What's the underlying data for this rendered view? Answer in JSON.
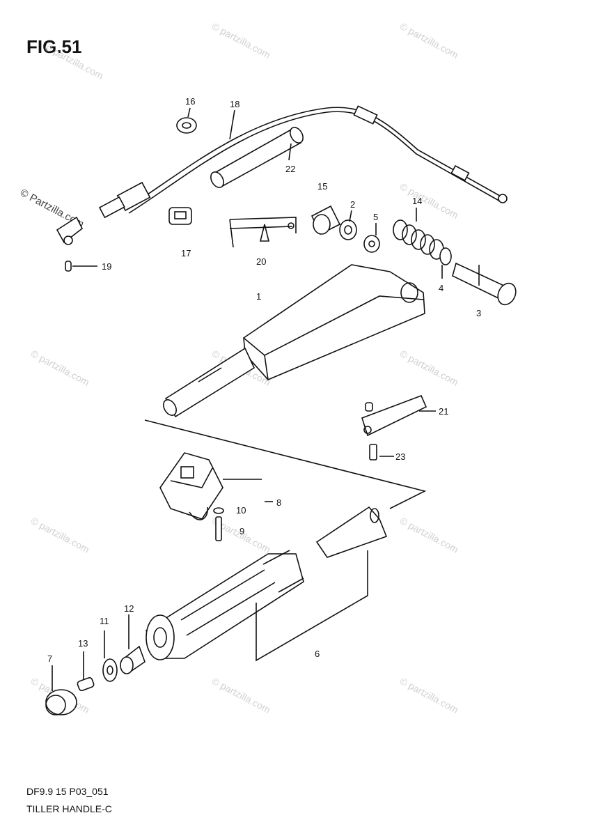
{
  "figure": {
    "title": "FIG.51",
    "code": "DF9.9 15 P03_051",
    "name": "TILLER HANDLE-C",
    "copyright": "© Partzilla.com",
    "watermark": "© partzilla.com"
  },
  "parts": [
    {
      "id": "1",
      "label": "1",
      "name": "handle-body"
    },
    {
      "id": "2",
      "label": "2",
      "name": "washer-2"
    },
    {
      "id": "3",
      "label": "3",
      "name": "bolt"
    },
    {
      "id": "4",
      "label": "4",
      "name": "washer-4"
    },
    {
      "id": "5",
      "label": "5",
      "name": "washer-5"
    },
    {
      "id": "6",
      "label": "6",
      "name": "grip-assembly"
    },
    {
      "id": "7",
      "label": "7",
      "name": "end-cap"
    },
    {
      "id": "8",
      "label": "8",
      "name": "throttle-bracket"
    },
    {
      "id": "9",
      "label": "9",
      "name": "screw-9"
    },
    {
      "id": "10",
      "label": "10",
      "name": "washer-10"
    },
    {
      "id": "11",
      "label": "11",
      "name": "washer-11"
    },
    {
      "id": "12",
      "label": "12",
      "name": "collar"
    },
    {
      "id": "13",
      "label": "13",
      "name": "screw-13"
    },
    {
      "id": "14",
      "label": "14",
      "name": "spring"
    },
    {
      "id": "15",
      "label": "15",
      "name": "bushing"
    },
    {
      "id": "16",
      "label": "16",
      "name": "grommet"
    },
    {
      "id": "17",
      "label": "17",
      "name": "clip"
    },
    {
      "id": "18",
      "label": "18",
      "name": "throttle-cable"
    },
    {
      "id": "19",
      "label": "19",
      "name": "pin"
    },
    {
      "id": "20",
      "label": "20",
      "name": "label-decal"
    },
    {
      "id": "21",
      "label": "21",
      "name": "lever"
    },
    {
      "id": "22",
      "label": "22",
      "name": "shaft"
    },
    {
      "id": "23",
      "label": "23",
      "name": "screw-23"
    }
  ]
}
